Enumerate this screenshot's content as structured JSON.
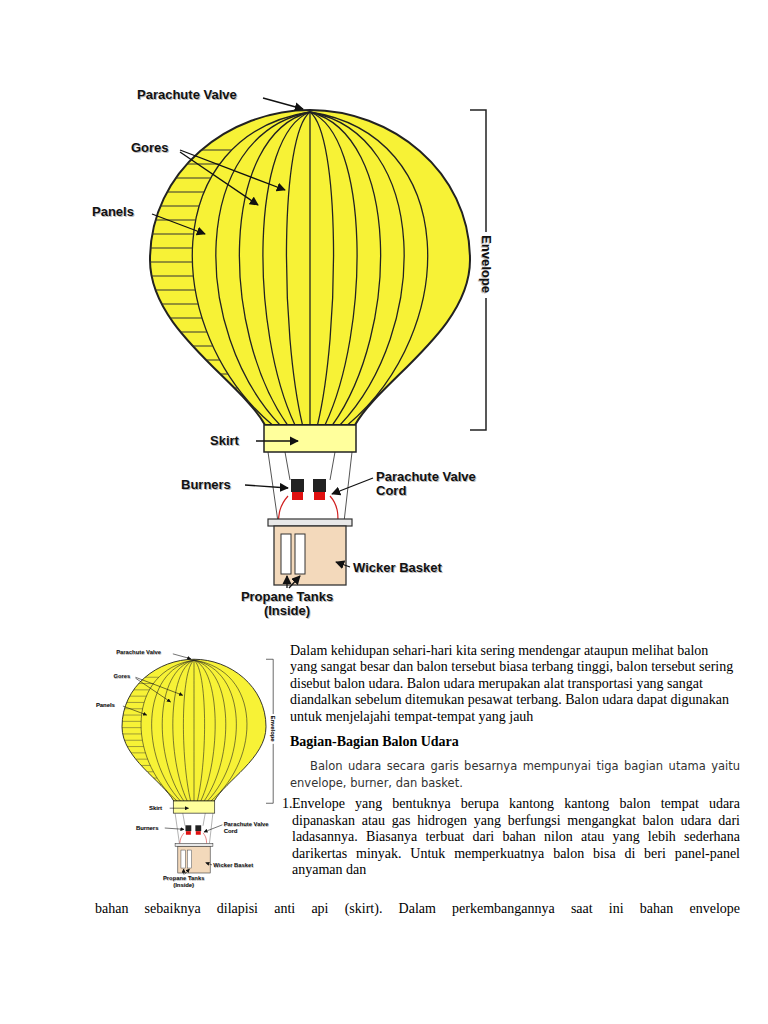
{
  "diagram": {
    "labels": [
      "Parachute Valve",
      "Gores",
      "Panels",
      "Envelope",
      "Skirt",
      "Burners",
      "Parachute Valve Cord",
      "Wicker Basket",
      "Propane Tanks (Inside)",
      "Parachute Valve",
      "Gores",
      "Panels",
      "Envelope",
      "Skirt",
      "Burners",
      "Parachute Valve Cord",
      "Wicker Basket",
      "Propane Tanks (Inside)",
      "Dalam kehidupan sehari-hari kita sering mendengar ataupun melihat balon yang sangat besar dan balon tersebut biasa terbang tinggi, balon tersebut sering disebut balon udara. Balon udara merupakan alat transportasi yang sangat diandalkan sebelum ditemukan pesawat terbang. Balon udara dapat digunakan untuk menjelajahi tempat-tempat yang jauh",
      "Bagian-Bagian Balon Udara",
      "Balon udara secara garis besarnya mempunyai tiga bagian utama yaitu envelope, burner, dan basket.",
      "1.",
      "Envelope yang bentuknya berupa kantong kantong balon tempat udara dipanaskan atau gas hidrogen yang berfungsi mengangkat balon udara dari ladasannya. Biasanya terbuat dari bahan nilon atau yang lebih sederhana darikertas minyak. Untuk memperkuatnya balon bisa di beri panel-panel anyaman dan",
      "bahan sebaiknya dilapisi anti api (skirt). Dalam perkembangannya saat ini bahan envelope"
    ]
  }
}
